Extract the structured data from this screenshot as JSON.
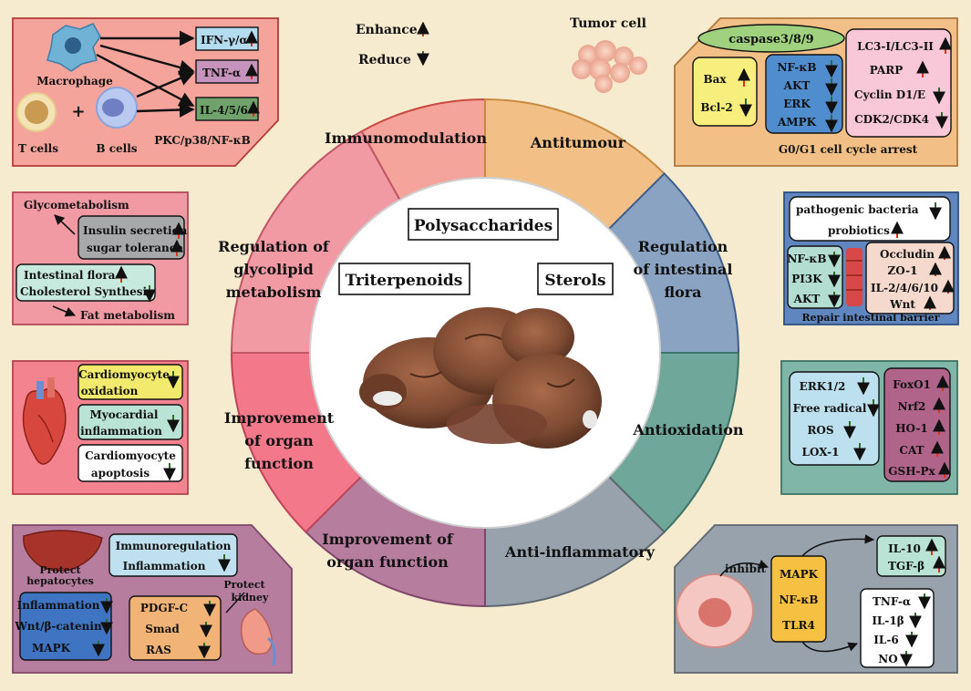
{
  "legend": {
    "enhance": "Enhance",
    "reduce": "Reduce"
  },
  "tumor_cell_label": "Tumor cell",
  "center": {
    "polysaccharides": "Polysaccharides",
    "triterpenoids": "Triterpenoids",
    "sterols": "Sterols"
  },
  "sectors": {
    "immunomodulation": "Immunomodulation",
    "antitumour": "Antitumour",
    "intestinal": [
      "Regulation",
      "of intestinal",
      "flora"
    ],
    "antioxidation": "Antioxidation",
    "antiinflammatory": "Anti-inflammatory",
    "organ_bottom": [
      "Improvement of",
      "organ function"
    ],
    "organ_left": [
      "Improvement",
      "of organ",
      "function"
    ],
    "glycolipid": [
      "Regulation of",
      "glycolipid",
      "metabolism"
    ]
  },
  "immuno_panel": {
    "macrophage": "Macrophage",
    "t_cells": "T cells",
    "b_cells": "B cells",
    "plus": "+",
    "ifn": "IFN-γ/α",
    "tnf": "TNF-α",
    "il": "IL-4/5/6",
    "pathway": "PKC/p38/NF-κB"
  },
  "antitumour_panel": {
    "caspase": "caspase3/8/9",
    "bax": "Bax",
    "bcl2": "Bcl-2",
    "mid": [
      "NF-κB",
      "AKT",
      "ERK",
      "AMPK"
    ],
    "right": [
      "LC3-I/LC3-II",
      "PARP",
      "Cyclin D1/E",
      "CDK2/CDK4"
    ],
    "footer": "G0/G1 cell cycle arrest"
  },
  "glyco_panel": {
    "glycometabolism": "Glycometabolism",
    "insulin": "Insulin secretion",
    "sugar": "sugar tolerance",
    "flora": "Intestinal flora",
    "cholesterol": "Cholesterol Synthesis",
    "fat": "Fat metabolism"
  },
  "intestinal_panel": {
    "pathogenic": "pathogenic bacteria",
    "probiotics": "probiotics",
    "left": [
      "NF-κB",
      "PI3K",
      "AKT"
    ],
    "right": [
      "Occludin",
      "ZO-1",
      "IL-2/4/6/10",
      "Wnt"
    ],
    "footer": "Repair intestinal barrier"
  },
  "heart_panel": {
    "box1": [
      "Cardiomyocyte",
      "oxidation"
    ],
    "box2": [
      "Myocardial",
      "inflammation"
    ],
    "box3": [
      "Cardiomyocyte",
      "apoptosis"
    ]
  },
  "antiox_panel": {
    "left": [
      "ERK1/2",
      "Free radical",
      "ROS",
      "LOX-1"
    ],
    "right": [
      "FoxO1",
      "Nrf2",
      "HO-1",
      "CAT",
      "GSH-Px"
    ]
  },
  "liver_panel": {
    "immunoregulation": "Immunoregulation",
    "inflammation": "Inflammation",
    "protect_hep": [
      "Protect",
      "hepatocytes"
    ],
    "left": [
      "Inflammation",
      "Wnt/β-catenin",
      "MAPK"
    ],
    "right": [
      "PDGF-C",
      "Smad",
      "RAS"
    ],
    "protect_kidney": [
      "Protect",
      "kidney"
    ]
  },
  "inflam_panel": {
    "inhibit": "inhibit",
    "mid": [
      "MAPK",
      "NF-κB",
      "TLR4"
    ],
    "top": [
      "IL-10",
      "TGF-β"
    ],
    "bottom": [
      "TNF-α",
      "IL-1β",
      "IL-6",
      "NO"
    ]
  },
  "colors": {
    "up": "#e0301e",
    "down": "#2f6b2a",
    "immuno": "#f5a49c",
    "antitumour": "#f2bf86",
    "intestinal": "#8aa3c2",
    "antiox": "#6fa89a",
    "antiinflam": "#98a2ac",
    "organ_bottom": "#b67d9e",
    "organ_left": "#f2788a",
    "glyco": "#f19aa4"
  }
}
